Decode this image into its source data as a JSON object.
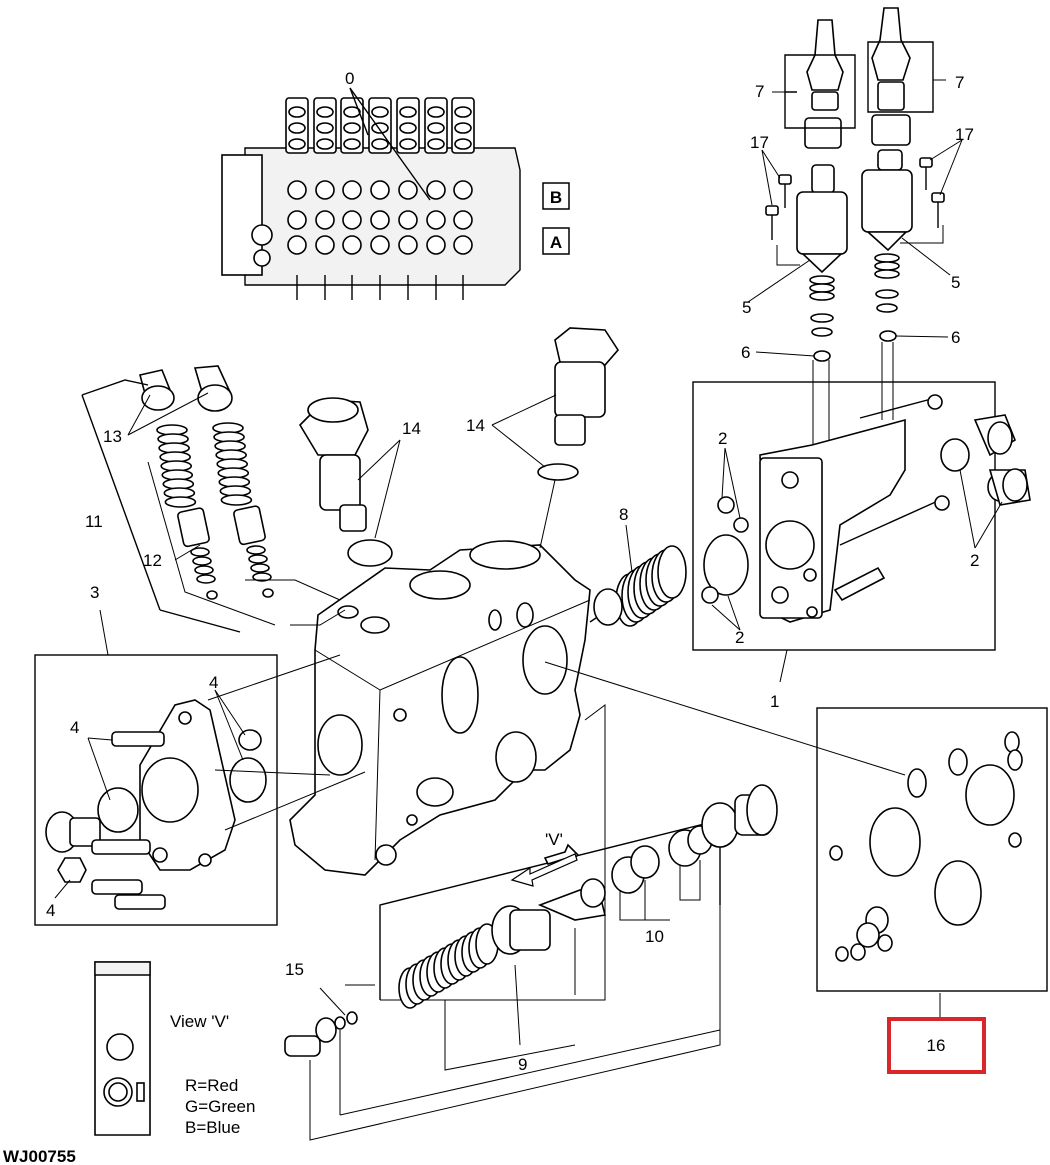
{
  "diagram": {
    "drawing_code": "WJ00755",
    "view_boxes": {
      "a": "A",
      "b": "B"
    },
    "view_v": {
      "arrow_label": "'V'",
      "title": "View 'V'",
      "legend": [
        "R=Red",
        "G=Green",
        "B=Blue"
      ]
    },
    "callouts": {
      "c0": "0",
      "c1": "1",
      "c2": "2",
      "c3": "3",
      "c4": "4",
      "c5": "5",
      "c6": "6",
      "c7": "7",
      "c8": "8",
      "c9": "9",
      "c10": "10",
      "c11": "11",
      "c12": "12",
      "c13": "13",
      "c14": "14",
      "c15": "15",
      "c16": "16",
      "c17": "17"
    },
    "highlight": {
      "item": "16",
      "color": "#d9262b"
    }
  }
}
